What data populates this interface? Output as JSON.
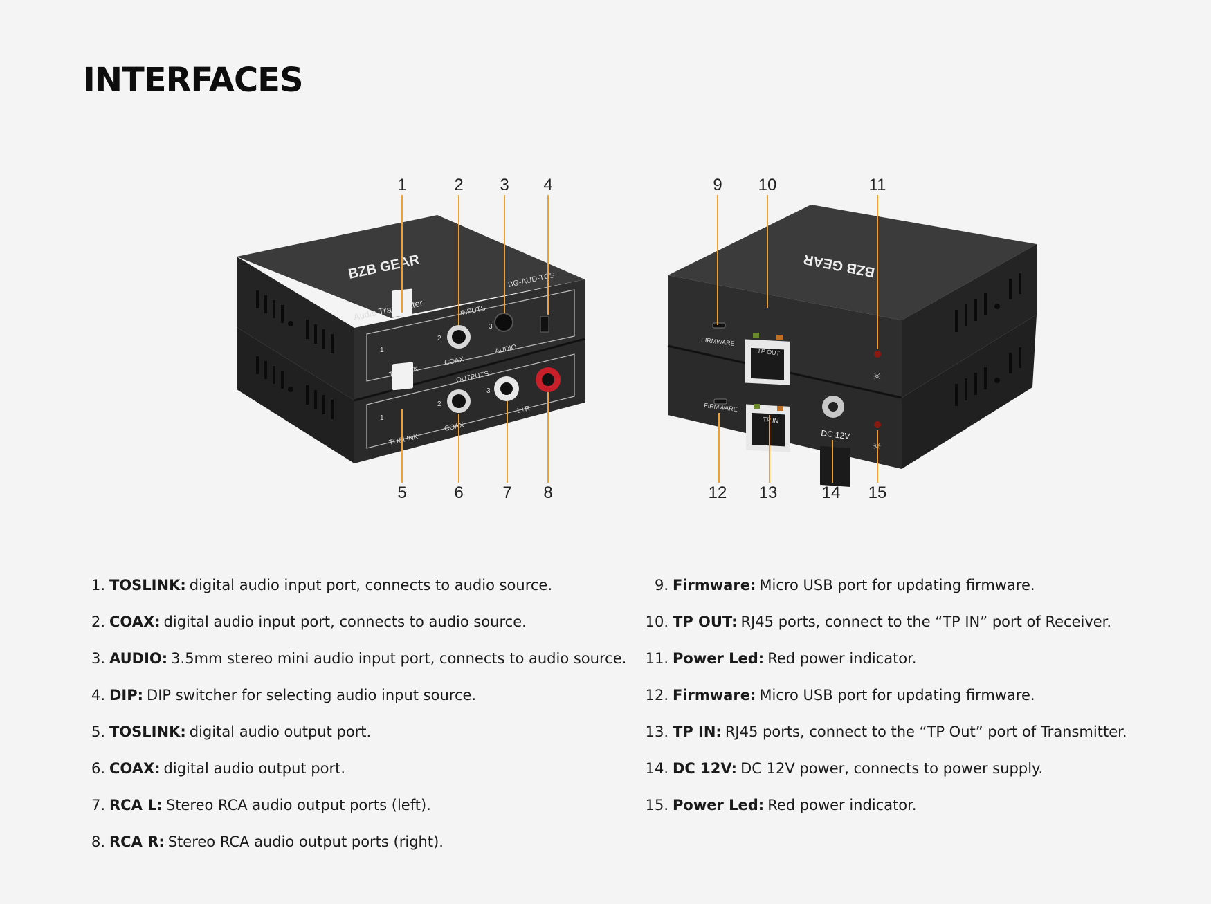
{
  "page": {
    "title": "INTERFACES"
  },
  "device_labels": {
    "brand": "BZB GEAR",
    "model": "BG-AUD-TCS",
    "product": "Audio Transmitter",
    "inputs": "INPUTS",
    "outputs": "OUTPUTS",
    "toslink": "TOSLINK",
    "coax": "COAX",
    "audio": "AUDIO",
    "lr": "L+R",
    "firmware": "FIRMWARE",
    "tp_out": "TP OUT",
    "tp_in": "TP IN",
    "dc12v": "DC 12V",
    "n1": "1",
    "n2": "2",
    "n3": "3"
  },
  "callouts": [
    "1",
    "2",
    "3",
    "4",
    "5",
    "6",
    "7",
    "8",
    "9",
    "10",
    "11",
    "12",
    "13",
    "14",
    "15"
  ],
  "interfaces_left": [
    {
      "num": "1.",
      "term": "TOSLINK:",
      "desc": "digital audio input port, connects to audio source."
    },
    {
      "num": "2.",
      "term": "COAX:",
      "desc": "digital audio input port, connects to audio source."
    },
    {
      "num": "3.",
      "term": "AUDIO:",
      "desc": "3.5mm stereo mini audio input port, connects to audio source."
    },
    {
      "num": "4.",
      "term": "DIP:",
      "desc": "DIP switcher for selecting audio input source."
    },
    {
      "num": "5.",
      "term": "TOSLINK:",
      "desc": "digital audio output port."
    },
    {
      "num": "6.",
      "term": "COAX:",
      "desc": "digital audio output port."
    },
    {
      "num": "7.",
      "term": "RCA L:",
      "desc": "Stereo RCA audio output ports (left)."
    },
    {
      "num": "8.",
      "term": "RCA R:",
      "desc": "Stereo RCA audio output ports (right)."
    }
  ],
  "interfaces_right": [
    {
      "num": "9.",
      "term": "Firmware:",
      "desc": "Micro USB port for updating firmware."
    },
    {
      "num": "10.",
      "term": "TP OUT:",
      "desc": "RJ45 ports, connect to the “TP IN” port of Receiver."
    },
    {
      "num": "11.",
      "term": "Power Led:",
      "desc": "Red power indicator."
    },
    {
      "num": "12.",
      "term": "Firmware:",
      "desc": "Micro USB port for updating firmware."
    },
    {
      "num": "13.",
      "term": "TP IN:",
      "desc": "RJ45 ports, connect to the “TP Out” port of Transmitter."
    },
    {
      "num": "14.",
      "term": "DC 12V:",
      "desc": "DC 12V power, connects to power supply."
    },
    {
      "num": "15.",
      "term": "Power Led:",
      "desc": "Red power indicator."
    }
  ],
  "colors": {
    "background": "#f4f4f4",
    "callout_line": "#f0a030",
    "device_body": "#2b2b2b",
    "device_top": "#3a3a3a",
    "led": "#8a1a10",
    "rca_red": "#c8202a"
  }
}
